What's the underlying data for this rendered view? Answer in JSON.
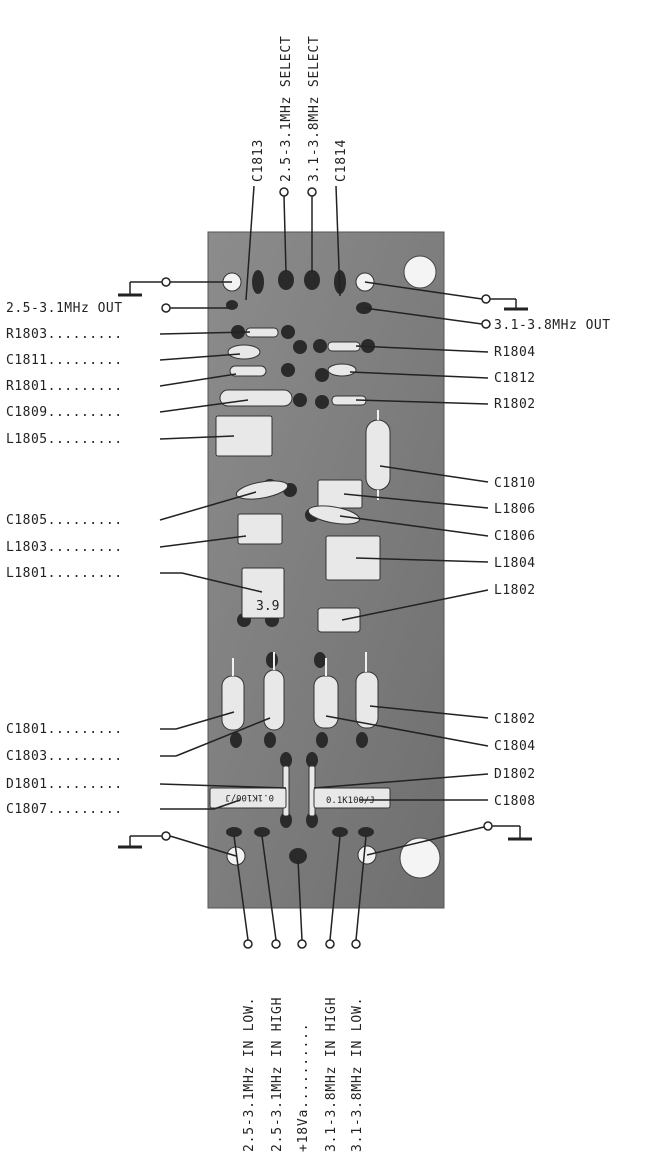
{
  "top_labels": [
    "C1813",
    "2.5-3.1MHz SELECT",
    "3.1-3.8MHz SELECT",
    "C1814"
  ],
  "left_labels": [
    "2.5-3.1MHz OUT",
    "R1803.........",
    "C1811.........",
    "R1801.........",
    "C1809.........",
    "L1805.........",
    "C1805.........",
    "L1803.........",
    "L1801.........",
    "C1801.........",
    "C1803.........",
    "D1801.........",
    "C1807........."
  ],
  "right_labels": [
    "3.1-3.8MHz OUT",
    "R1804",
    "C1812",
    "R1802",
    "C1810",
    "L1806",
    "C1806",
    "L1804",
    "L1802",
    "C1802",
    "C1804",
    "D1802",
    "C1808"
  ],
  "bottom_labels": [
    "2.5-3.1MHz IN LOW.",
    "2.5-3.1MHz IN HIGH",
    "+18Va..........",
    "3.1-3.8MHz IN HIGH",
    "3.1-3.8MHz IN LOW."
  ],
  "board_text": {
    "l1801_value": "3.9",
    "c1807_marking": "0.1K100/J",
    "c1808_marking": "0.1K100/J"
  }
}
